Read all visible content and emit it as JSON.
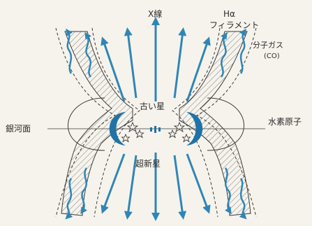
{
  "labels": {
    "xray": "X線",
    "halpha_line1": "Hα",
    "halpha_line2": "フィラメント",
    "molecular_gas": "分子ガス",
    "co": "(CO)",
    "old_stars": "古い星",
    "galactic_plane": "銀河面",
    "hydrogen_atoms": "水素原子",
    "supernovae": "超新星"
  },
  "colors": {
    "accent_blue": "#2f86b6",
    "ink": "#2b2b2b",
    "background": "#f6f3ec"
  },
  "icons": {
    "star": "star-icon",
    "arrow": "arrow-icon",
    "filament": "filament-icon"
  }
}
